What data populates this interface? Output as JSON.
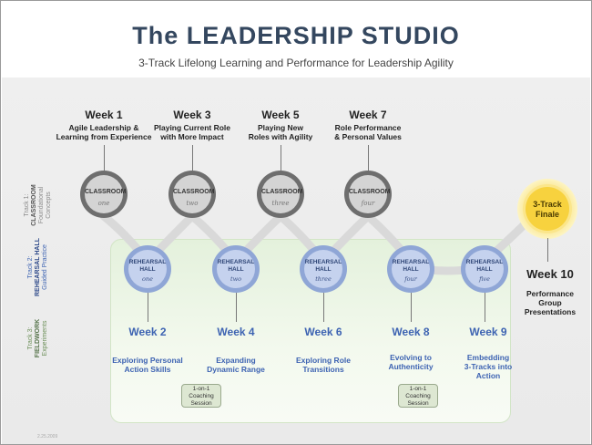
{
  "header": {
    "title": "The LEADERSHIP STUDIO",
    "subtitle": "3-Track Lifelong Learning and Performance for Leadership Agility"
  },
  "tracks": {
    "track1": {
      "prefix": "Track 1:",
      "name": "CLASSROOM",
      "line1": "Foundational",
      "line2": "Concepts"
    },
    "track2": {
      "prefix": "Track 2:",
      "name": "REHEARSAL HALL",
      "line1": "Guided",
      "line2": "Practice"
    },
    "track3": {
      "prefix": "Track 3:",
      "name": "FIELDWORK",
      "line1": "Experiments",
      "line2": ""
    }
  },
  "classroom_sessions": [
    {
      "week": "Week 1",
      "desc1": "Agile Leadership &",
      "desc2": "Learning from Experience",
      "label": "CLASSROOM",
      "num": "one"
    },
    {
      "week": "Week 3",
      "desc1": "Playing Current Role",
      "desc2": "with More Impact",
      "label": "CLASSROOM",
      "num": "two"
    },
    {
      "week": "Week 5",
      "desc1": "Playing New",
      "desc2": "Roles with Agility",
      "label": "CLASSROOM",
      "num": "three"
    },
    {
      "week": "Week 7",
      "desc1": "Role Performance",
      "desc2": "& Personal Values",
      "label": "CLASSROOM",
      "num": "four"
    }
  ],
  "rehearsal_sessions": [
    {
      "week": "Week 2",
      "desc1": "Exploring Personal",
      "desc2": "Action Skills",
      "desc3": "",
      "label1": "REHEARSAL",
      "label2": "HALL",
      "num": "one"
    },
    {
      "week": "Week 4",
      "desc1": "Expanding",
      "desc2": "Dynamic Range",
      "desc3": "",
      "label1": "REHEARSAL",
      "label2": "HALL",
      "num": "two"
    },
    {
      "week": "Week 6",
      "desc1": "Exploring Role",
      "desc2": "Transitions",
      "desc3": "",
      "label1": "REHEARSAL",
      "label2": "HALL",
      "num": "three"
    },
    {
      "week": "Week 8",
      "desc1": "Evolving to",
      "desc2": "Authenticity",
      "desc3": "",
      "label1": "REHEARSAL",
      "label2": "HALL",
      "num": "four"
    },
    {
      "week": "Week 9",
      "desc1": "Embedding",
      "desc2": "3-Tracks into",
      "desc3": "Action",
      "label1": "REHEARSAL",
      "label2": "HALL",
      "num": "five"
    }
  ],
  "finale": {
    "label1": "3-Track",
    "label2": "Finale",
    "week": "Week 10",
    "desc1": "Performance",
    "desc2": "Group",
    "desc3": "Presentations"
  },
  "coaching": [
    {
      "line1": "1-on-1",
      "line2": "Coaching",
      "line3": "Session"
    },
    {
      "line1": "1-on-1",
      "line2": "Coaching",
      "line3": "Session"
    }
  ],
  "footer": {
    "date": "2.25.2009"
  },
  "colors": {
    "title": "#34475f",
    "classroom_ring": "#6e6e6e",
    "rehearsal_ring": "#8fa6d6",
    "rehearsal_text": "#3d63b2",
    "finale": "#f7d23e",
    "fieldwork_panel": "#e4f1dc"
  }
}
